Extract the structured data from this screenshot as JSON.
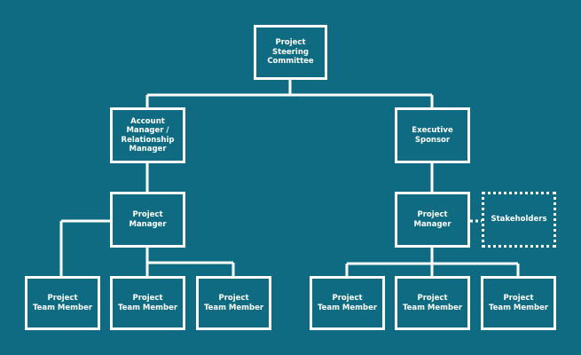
{
  "nodes": {
    "steering_committee": "Project\nSteering\nCommittee",
    "account_manager": "Account\nManager /\nRelationship\nManager",
    "executive_sponsor": "Executive\nSponsor",
    "project_manager_left": "Project\nManager",
    "project_manager_right": "Project\nManager",
    "stakeholders": "Stakeholders",
    "team_member_1": "Project\nTeam Member",
    "team_member_2": "Project\nTeam Member",
    "team_member_3": "Project\nTeam Member",
    "team_member_4": "Project\nTeam Member",
    "team_member_5": "Project\nTeam Member",
    "team_member_6": "Project\nTeam Member"
  },
  "colors": {
    "background": "#0f6b82",
    "line": "#ffffff"
  }
}
